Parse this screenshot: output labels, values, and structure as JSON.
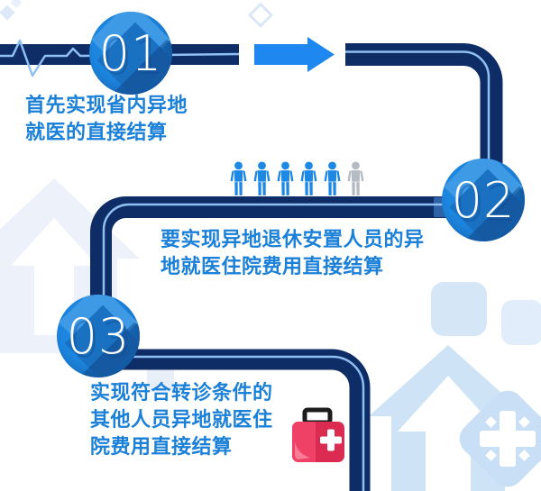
{
  "figure": {
    "type": "infographic-roadmap",
    "background_color": "#ffffff",
    "step_count": 3
  },
  "steps": [
    {
      "number": "01",
      "lines": [
        "首先实现省内异地",
        "就医的直接结算"
      ]
    },
    {
      "number": "02",
      "lines": [
        "要实现异地退休安置人员的异",
        "地就医住院费用直接结算"
      ]
    },
    {
      "number": "03",
      "lines": [
        "实现符合转诊条件的",
        "其他人员异地就医住",
        "院费用直接结算"
      ]
    }
  ],
  "decorations": {
    "ekg_line": "heartbeat-pulse-line",
    "arrow": "right-arrow",
    "people_group": {
      "blue_count": 5,
      "gray_count": 1
    },
    "first_aid_kit": "red-medical-kit-with-cross",
    "watermarks": [
      "house-with-up-arrow-left",
      "house-with-up-arrow-bottom-right",
      "medical-cross-diamond",
      "rounded-squares",
      "small-diamonds-top-left"
    ]
  },
  "colors": {
    "road_navy": "#0e2d66",
    "road_center_line": "#8fc0f2",
    "badge_blue": "#1d87e0",
    "arrow_blue": "#1f88f0",
    "text_blue": "#1b80d8",
    "person_blue": "#1e88e5",
    "person_gray": "#b4bbc2",
    "kit_red": "#db2b50",
    "watermark_blue": "#cfe3f6"
  }
}
